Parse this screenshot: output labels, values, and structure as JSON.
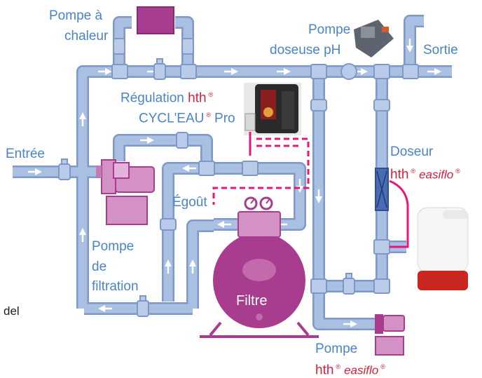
{
  "diagram": {
    "labels": {
      "pompe_a_chaleur_1": "Pompe à",
      "pompe_a_chaleur_2": "chaleur",
      "pompe_doseuse_1": "Pompe",
      "pompe_doseuse_2": "doseuse pH",
      "sortie": "Sortie",
      "regulation": "Régulation",
      "hth": "hth",
      "reg_mark": "®",
      "cycleau": "CYCL'EAU",
      "pro": "Pro",
      "entree": "Entrée",
      "doseur": "Doseur",
      "easiflo": "easiflo",
      "egout": "Égoût",
      "pompe": "Pompe",
      "de": "de",
      "filtration": "filtration",
      "filtre": "Filtre",
      "del": "del"
    },
    "colors": {
      "pipe": "#9fb6dc",
      "pipe_edge": "#7e98c8",
      "label_blue": "#4a84c4",
      "brand_red": "#d4213d",
      "equipment_magenta": "#a83c8e",
      "equipment_light": "#d391c6",
      "signal_line": "#e5187a"
    },
    "icons": [
      "flow-arrow-icon",
      "valve-icon",
      "pump-icon",
      "filter-tank-icon",
      "pressure-gauge-icon",
      "heat-pump-icon",
      "dosing-pump-icon",
      "controller-icon",
      "chlorinator-icon"
    ]
  }
}
